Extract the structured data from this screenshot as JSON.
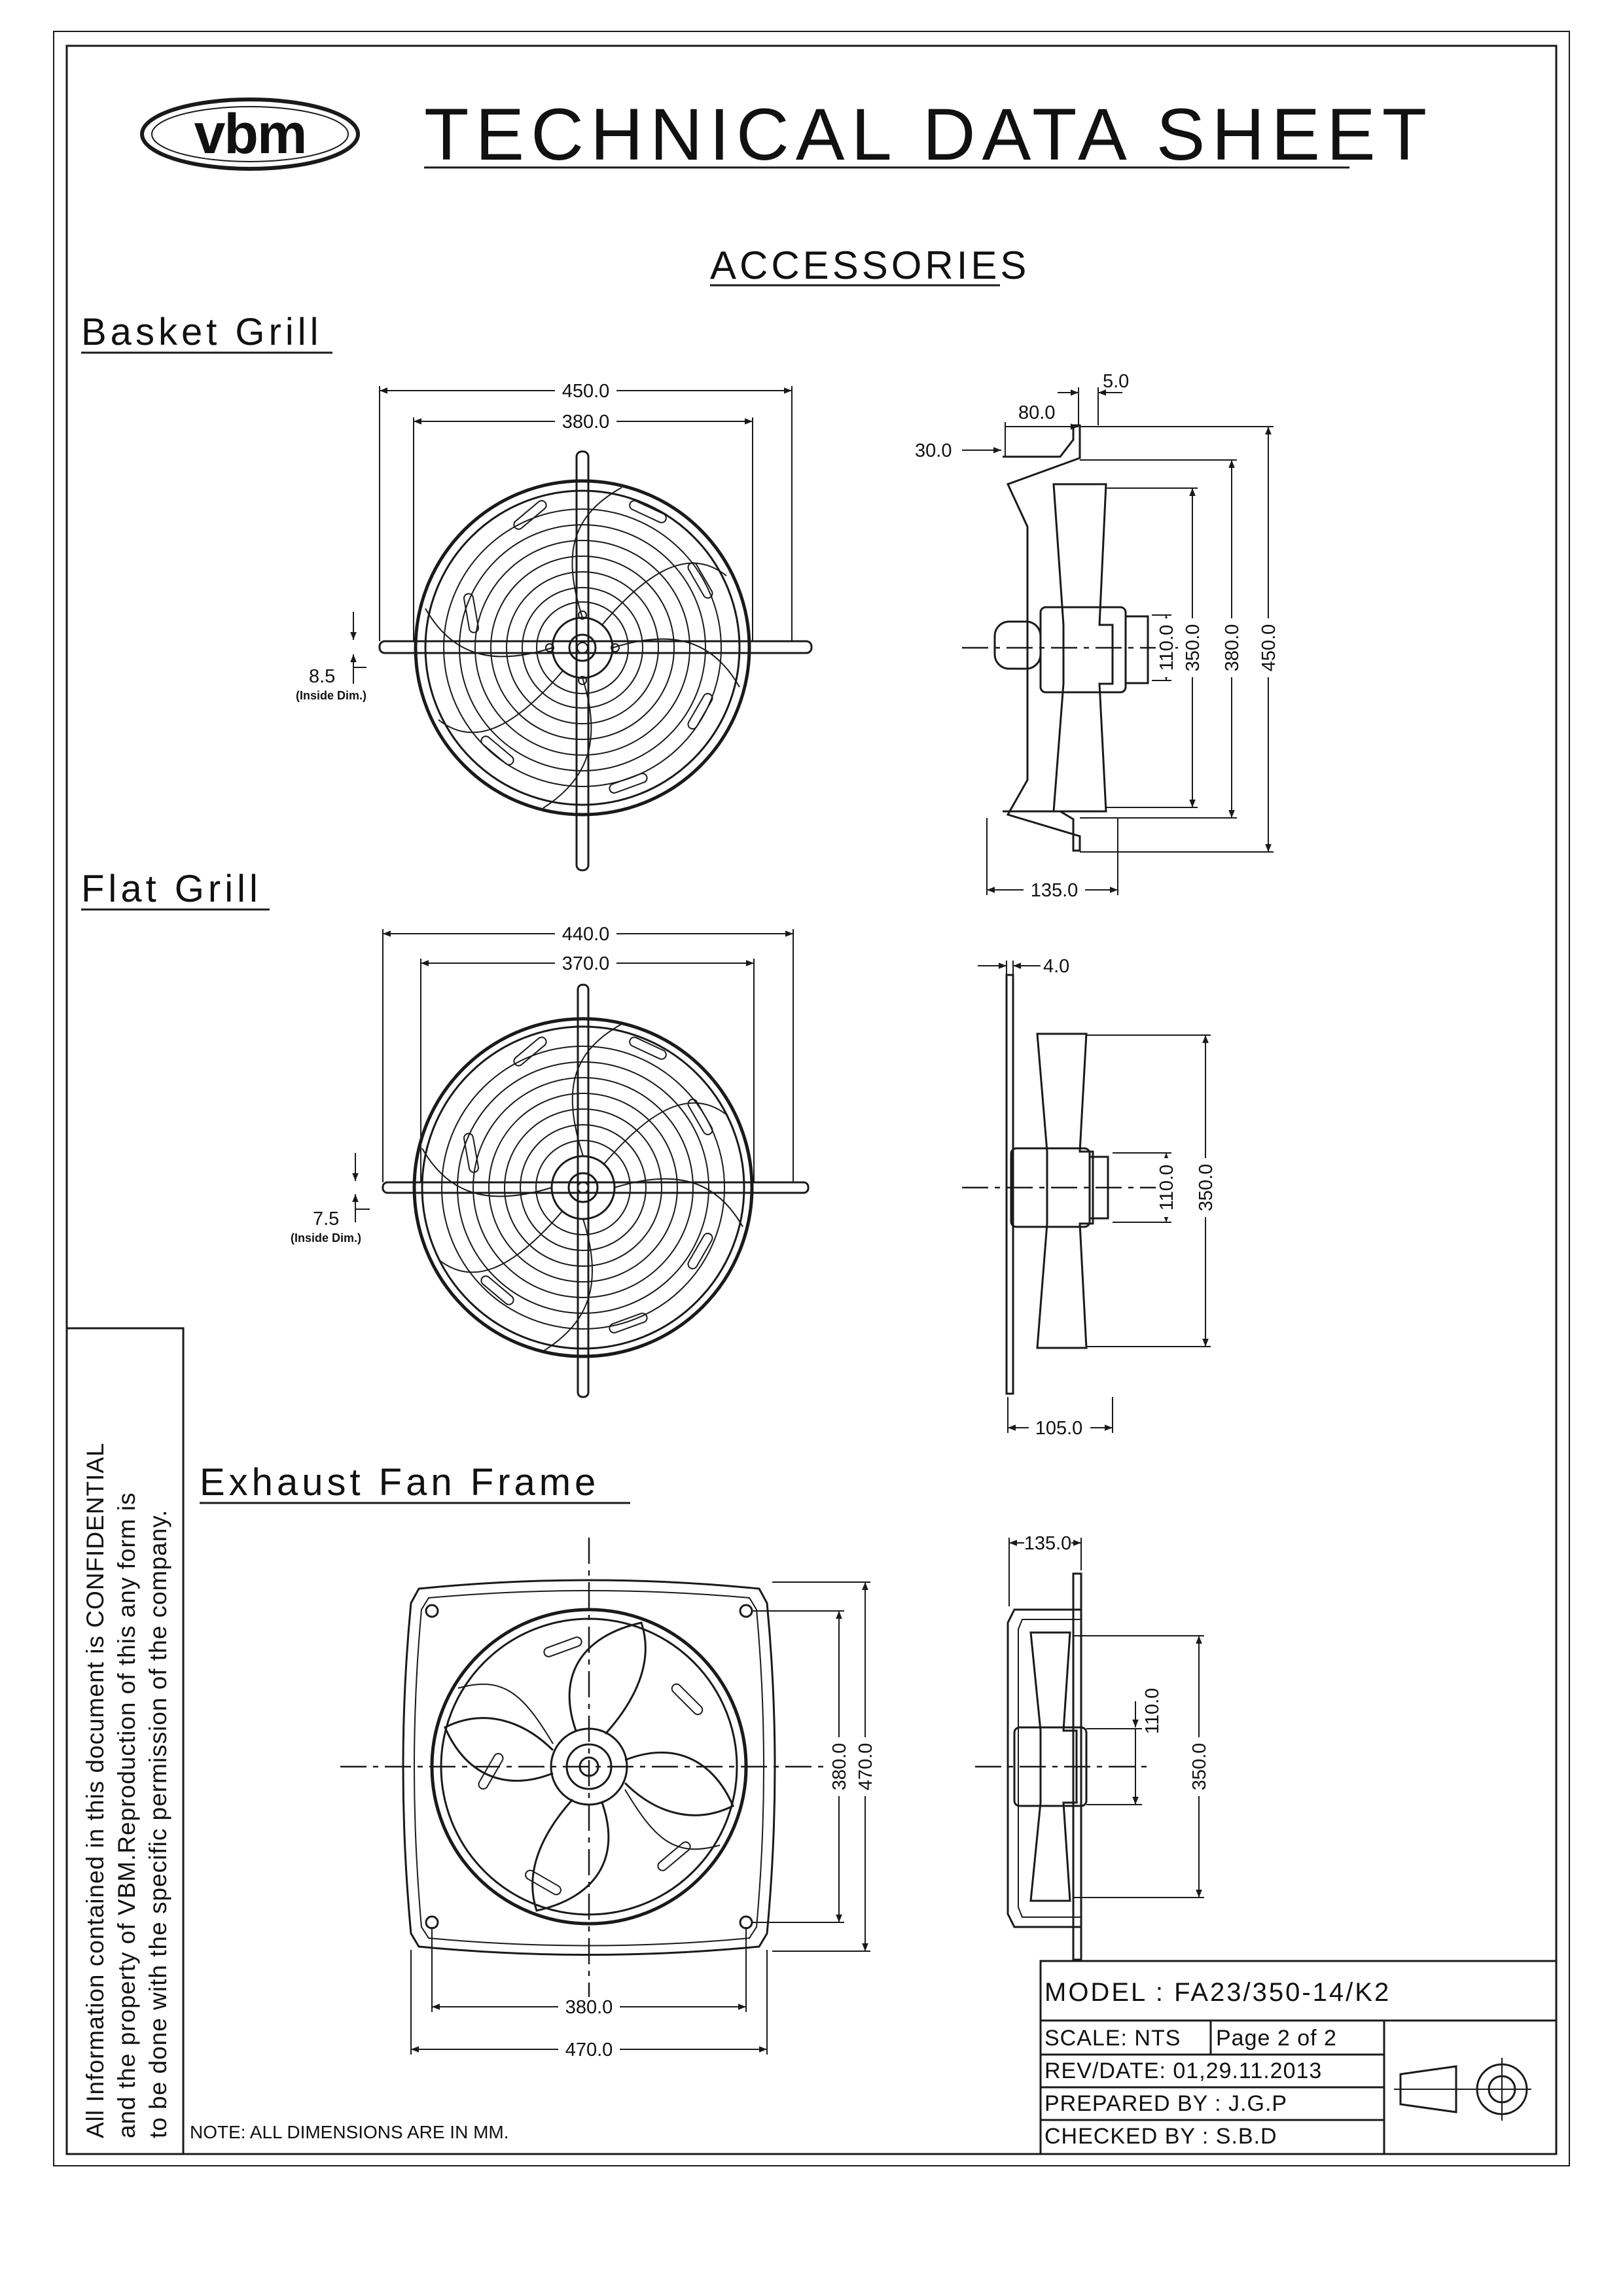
{
  "header": {
    "logo_text": "vbm",
    "title": "TECHNICAL DATA SHEET",
    "subtitle": "ACCESSORIES"
  },
  "colors": {
    "logo_red": "#b71c1c",
    "logo_outline": "#1a1a1a",
    "ink": "#1a1a1a"
  },
  "sections": {
    "basket": {
      "label": "Basket Grill",
      "front": {
        "overall_width": "450.0",
        "hole_pitch": "380.0",
        "slot": "8.5",
        "slot_note": "(Inside Dim.)"
      },
      "side": {
        "rim": "5.0",
        "offset": "80.0",
        "flange": "30.0",
        "depth": "135.0",
        "d1": "110.0",
        "d2": "350.0",
        "d3": "380.0",
        "d4": "450.0"
      }
    },
    "flat": {
      "label": "Flat Grill",
      "front": {
        "overall_width": "440.0",
        "hole_pitch": "370.0",
        "slot": "7.5",
        "slot_note": "(Inside Dim.)"
      },
      "side": {
        "rim": "4.0",
        "depth": "105.0",
        "d1": "110.0",
        "d2": "350.0"
      }
    },
    "exhaust": {
      "label": "Exhaust Fan Frame",
      "front": {
        "pitch_h": "380.0",
        "width_h": "470.0",
        "pitch_v": "380.0",
        "width_v": "470.0"
      },
      "side": {
        "depth": "135.0",
        "d1": "110.0",
        "d2": "350.0"
      }
    }
  },
  "confidential": {
    "line1": "All Information contained in this document is CONFIDENTIAL",
    "line2": "and the property of VBM.Reproduction of this any form is",
    "line3": "to be done with the specific permission of the company."
  },
  "note": "NOTE: ALL DIMENSIONS ARE IN MM.",
  "title_block": {
    "model": "MODEL : FA23/350-14/K2",
    "scale": "SCALE: NTS",
    "page": "Page 2 of 2",
    "rev": "REV/DATE: 01,29.11.2013",
    "prepared": "PREPARED BY : J.G.P",
    "checked": "CHECKED BY : S.B.D"
  }
}
